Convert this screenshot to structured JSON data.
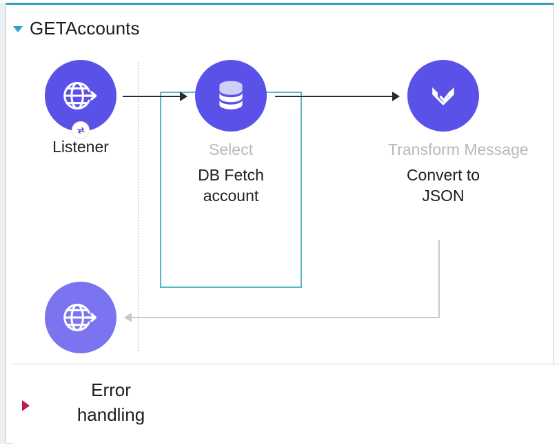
{
  "flow": {
    "title": "GETAccounts",
    "expand_icon": "triangle-down-icon"
  },
  "nodes": [
    {
      "id": "listener",
      "icon": "globe-arrow-icon",
      "badge_icon": "transform-exchange-icon",
      "type_label": "",
      "name_label": "Listener",
      "selected": false,
      "variant": "primary"
    },
    {
      "id": "db-select",
      "icon": "database-icon",
      "type_label": "Select",
      "name_label": "DB Fetch account",
      "selected": true,
      "variant": "primary"
    },
    {
      "id": "transform-message",
      "icon": "dataweave-icon",
      "type_label": "Transform Message",
      "name_label": "Convert to JSON",
      "selected": false,
      "variant": "primary"
    },
    {
      "id": "listener-response",
      "icon": "globe-arrow-icon",
      "type_label": "",
      "name_label": "",
      "selected": false,
      "variant": "response"
    }
  ],
  "error_handling": {
    "label_line1": "Error",
    "label_line2": "handling",
    "expand_icon": "triangle-right-icon"
  },
  "colors": {
    "node_primary": "#5a52e8",
    "node_response": "#7b74f0",
    "selection_border": "#57b7c9",
    "panel_accent": "#2e9fc4",
    "connector": "#2b2b2b",
    "return_connector": "#c8c8c8",
    "error_marker": "#c2184a",
    "type_label": "#b9b9bb",
    "name_label": "#1d1d1d"
  }
}
